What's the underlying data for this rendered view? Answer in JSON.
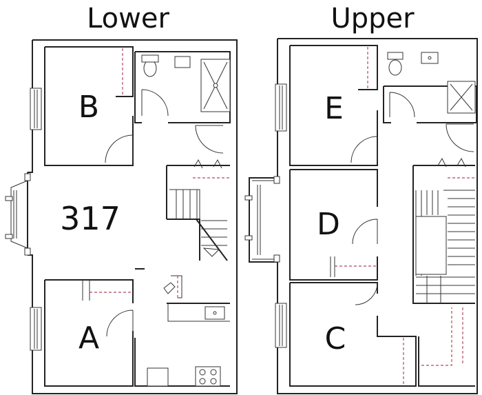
{
  "floors": {
    "lower": {
      "title": "Lower",
      "unit_number": "317",
      "rooms": [
        "B",
        "A"
      ]
    },
    "upper": {
      "title": "Upper",
      "rooms": [
        "E",
        "D",
        "C"
      ]
    }
  }
}
